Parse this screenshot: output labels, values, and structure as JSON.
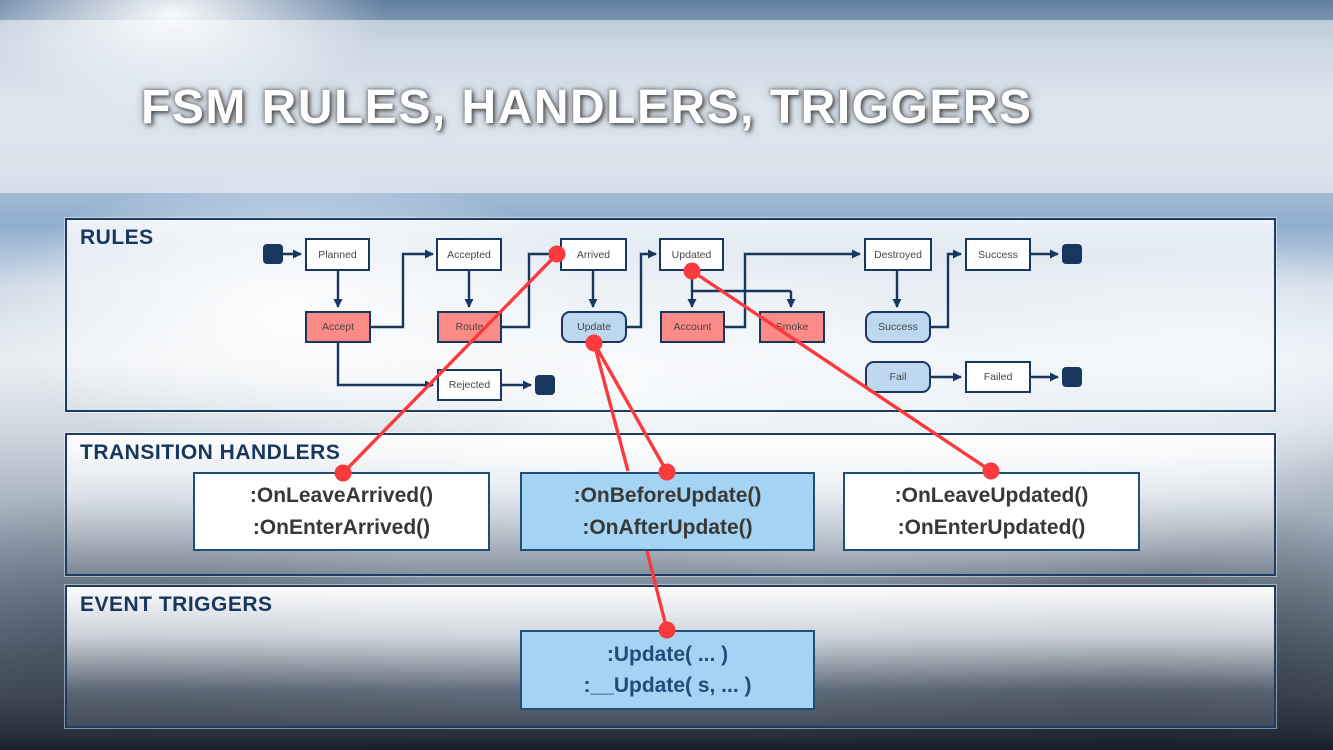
{
  "title": "FSM RULES, HANDLERS, TRIGGERS",
  "sections": {
    "rules": "RULES",
    "handlers": "TRANSITION HANDLERS",
    "triggers": "EVENT TRIGGERS"
  },
  "diagram": {
    "states": {
      "planned": "Planned",
      "accepted": "Accepted",
      "arrived": "Arrived",
      "updated": "Updated",
      "destroyed": "Destroyed",
      "success_final": "Success",
      "failed": "Failed",
      "rejected": "Rejected"
    },
    "transitions": {
      "accept": "Accept",
      "route": "Route",
      "update": "Update",
      "account": "Account",
      "smoke": "Smoke",
      "success": "Success",
      "fail": "Fail"
    }
  },
  "handler_boxes": [
    {
      "style": "white",
      "lines": [
        ":OnLeaveArrived()",
        ":OnEnterArrived()"
      ]
    },
    {
      "style": "blue",
      "lines": [
        ":OnBeforeUpdate()",
        ":OnAfterUpdate()"
      ]
    },
    {
      "style": "white",
      "lines": [
        ":OnLeaveUpdated()",
        ":OnEnterUpdated()"
      ]
    }
  ],
  "trigger_box": {
    "style": "blue",
    "lines": [
      ":Update( ... )",
      ":__Update( s, ... )"
    ]
  },
  "colors": {
    "navy": "#17375E",
    "panel_border": "#1c3c63",
    "state_fill": "#FFFFFF",
    "action_fill": "#FC8A87",
    "soft_blue_fill": "#BDD7EE",
    "callout_blue_fill": "#A4D3F3",
    "connector_red": "#FA3A3C",
    "title_text": "#FFFFFF",
    "header_text": "#17375E"
  }
}
